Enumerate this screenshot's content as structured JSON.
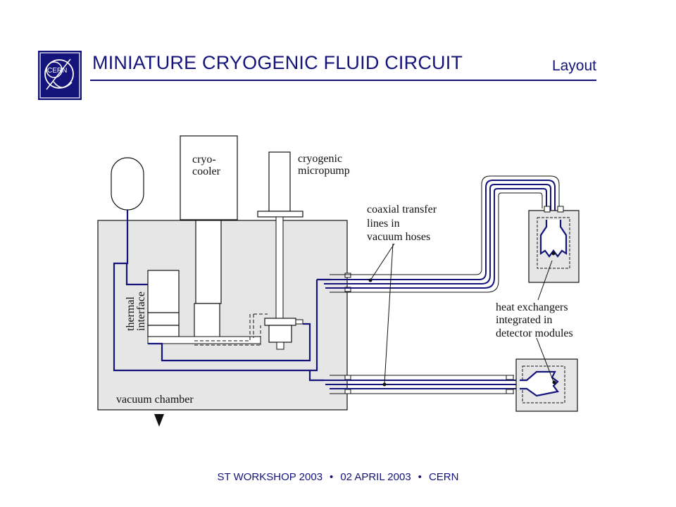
{
  "header": {
    "title": "MINIATURE CRYOGENIC FLUID CIRCUIT",
    "section": "Layout",
    "logo_text": "CERN"
  },
  "diagram": {
    "labels": {
      "cryocooler_line1": "cryo-",
      "cryocooler_line2": "cooler",
      "micropump_line1": "cryogenic",
      "micropump_line2": "micropump",
      "transfer_line1": "coaxial transfer",
      "transfer_line2": "lines in",
      "transfer_line3": "vacuum hoses",
      "thermal_line1": "thermal",
      "thermal_line2": "interface",
      "hx_line1": "heat exchangers",
      "hx_line2": "integrated in",
      "hx_line3": "detector modules",
      "chamber": "vacuum chamber"
    },
    "colors": {
      "fluid_line": "#14147a",
      "chamber_fill": "#e6e6e6",
      "outline": "#111111"
    }
  },
  "footer": {
    "event": "ST WORKSHOP 2003",
    "date": "02 APRIL 2003",
    "org": "CERN"
  }
}
